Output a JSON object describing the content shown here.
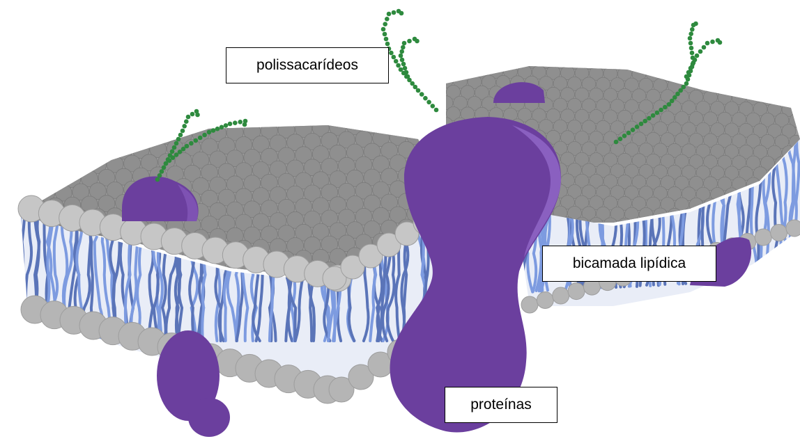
{
  "labels": {
    "polysaccharides": "polissacarídeos",
    "lipid_bilayer": "bicamada lipídica",
    "proteins": "proteínas"
  },
  "colors": {
    "head_top": "#8f8f8f",
    "head_front": "#c6c6c6",
    "head_bottom": "#b5b5b5",
    "tail": "#7d9be0",
    "tail_dark": "#5a74b8",
    "protein": "#6b3f9e",
    "protein_light": "#7e52b3",
    "sugar": "#2e8a3e"
  }
}
